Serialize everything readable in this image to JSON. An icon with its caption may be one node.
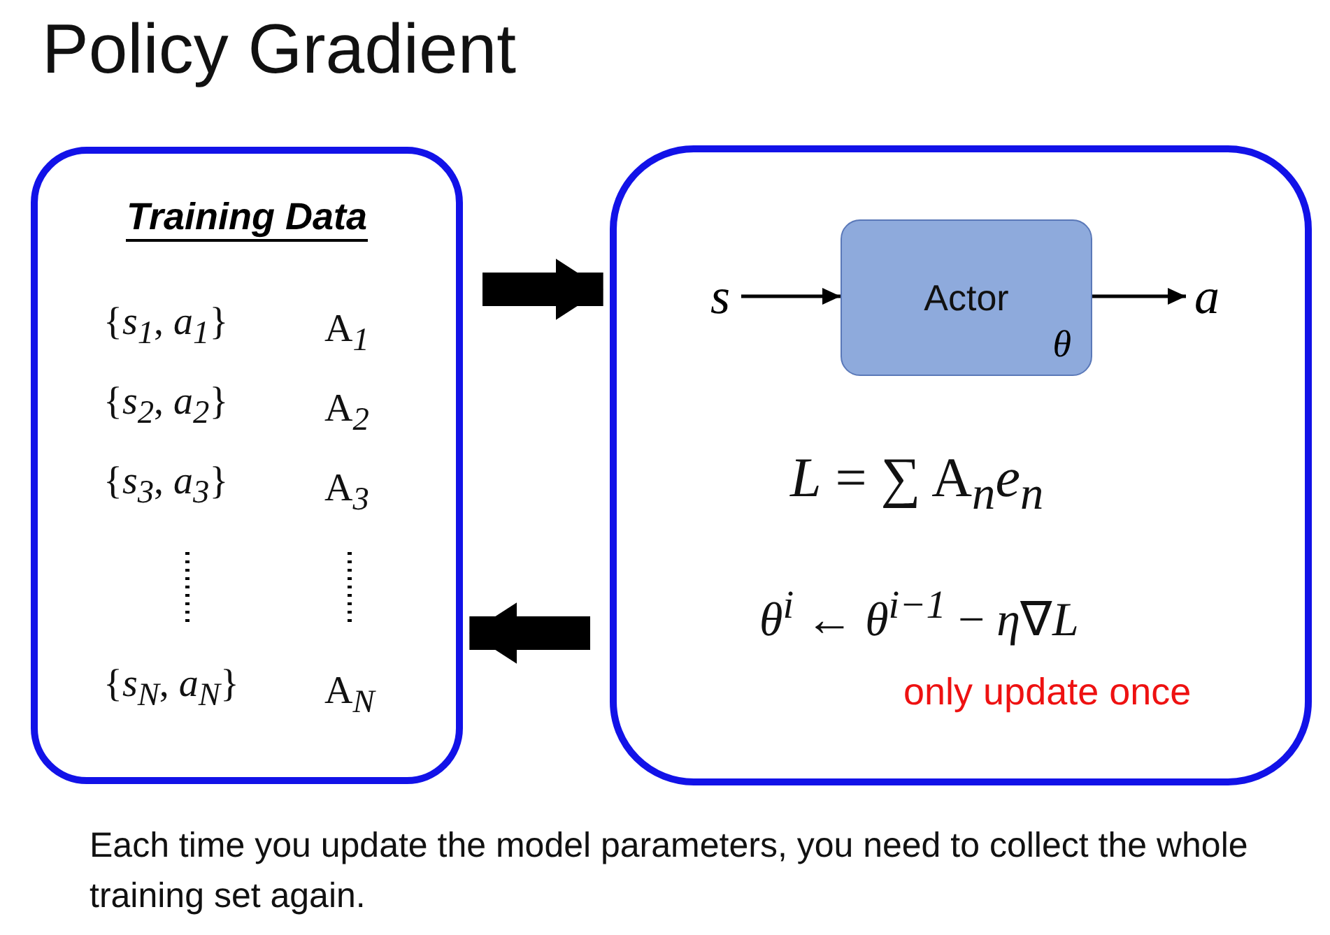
{
  "diagram": {
    "title": "Policy Gradient",
    "nodes": [
      {
        "text": [
          "Training Data"
        ]
      },
      {
        "text": [],
        "shape": "box"
      },
      {
        "text": [
          "Actor",
          "θ"
        ],
        "in": 1
      },
      {
        "text": [
          "s"
        ],
        "in": 1
      },
      {
        "text": [
          "a"
        ],
        "in": 1
      }
    ],
    "edges": [
      {
        "from": 0,
        "to": 1,
        "arrow": "to",
        "style": "thick"
      },
      {
        "from": 1,
        "to": 0,
        "arrow": "to",
        "style": "thick"
      },
      {
        "from": 3,
        "to": 2,
        "arrow": "to"
      },
      {
        "from": 2,
        "to": 4,
        "arrow": "to"
      }
    ],
    "labels": [
      "{*s*$_{1}$, *a*$_{1}$}",
      "A$_{1}$",
      "{*s*$_{2}$, *a*$_{2}$}",
      "A$_{2}$",
      "{*s*$_{3}$, *a*$_{3}$}",
      "A$_{3}$",
      "{*s*$_{N}$, *a*$_{N}$}",
      "A$_{N}$",
      "*L* = ∑ A$_{n}$*e*$_{n}$",
      "*θ*$^{i}$ ← *θ*$^{i−1}$ − *η*∇*L*",
      "only update once"
    ],
    "caption": "Each time you update the model parameters, you need to collect the whole training set again."
  }
}
